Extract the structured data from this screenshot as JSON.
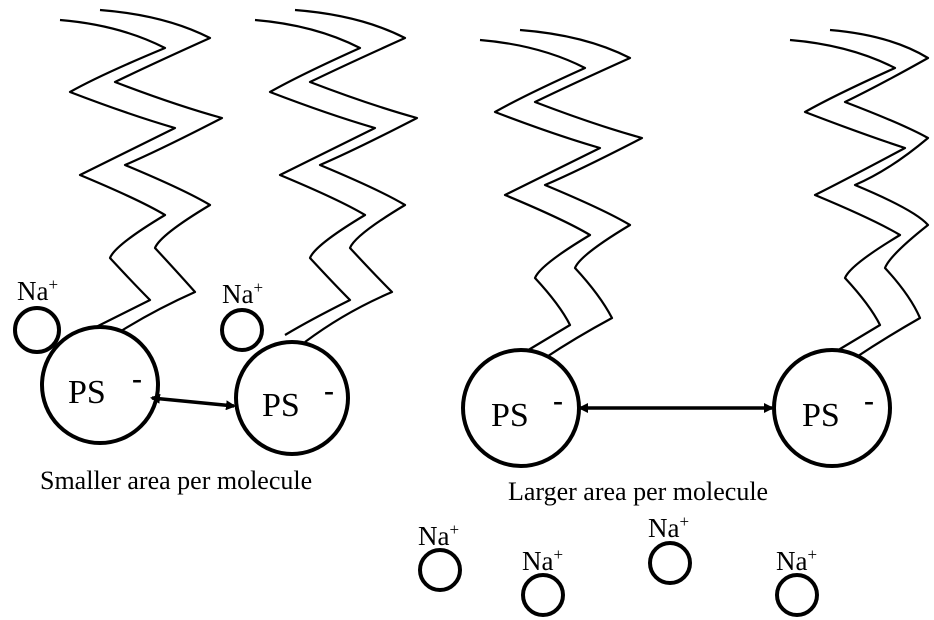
{
  "colors": {
    "ink": "#000000",
    "background": "#ffffff"
  },
  "headgroup": {
    "label": "PS",
    "charge": "-"
  },
  "counterion": {
    "symbol": "Na",
    "charge": "+"
  },
  "captions": {
    "left": "Smaller area per molecule",
    "right": "Larger area per molecule"
  }
}
